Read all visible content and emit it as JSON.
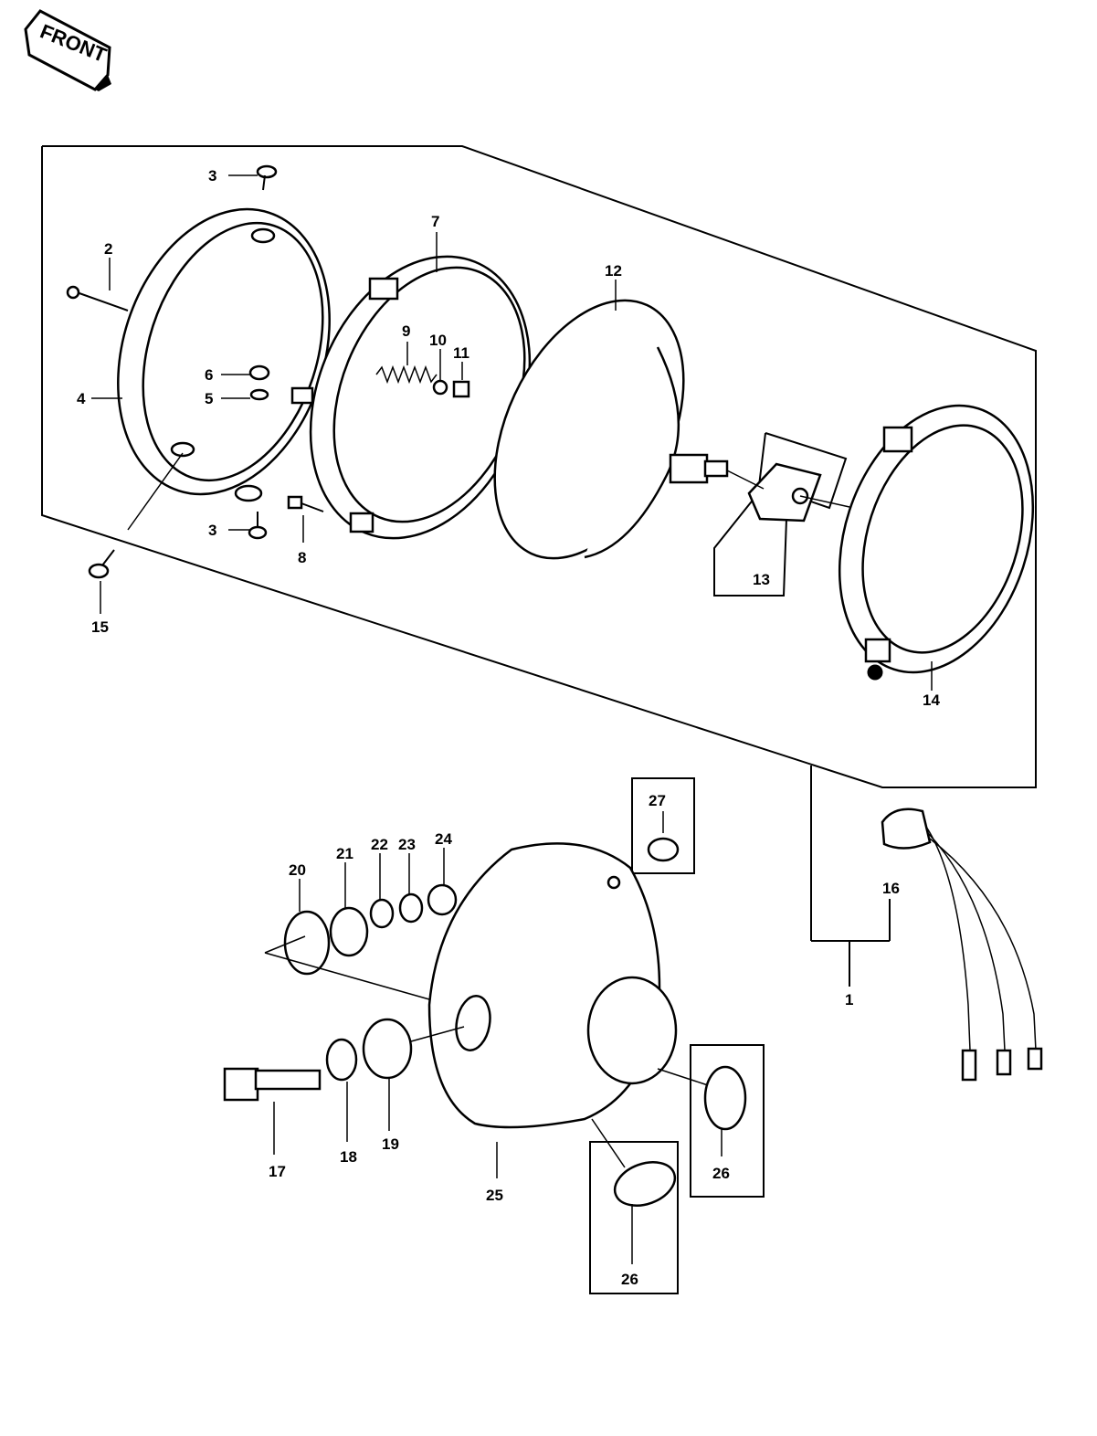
{
  "front_badge": "FRONT",
  "callouts": [
    {
      "id": "c1",
      "label": "1"
    },
    {
      "id": "c2",
      "label": "2"
    },
    {
      "id": "c3a",
      "label": "3"
    },
    {
      "id": "c3b",
      "label": "3"
    },
    {
      "id": "c4",
      "label": "4"
    },
    {
      "id": "c5",
      "label": "5"
    },
    {
      "id": "c6",
      "label": "6"
    },
    {
      "id": "c7",
      "label": "7"
    },
    {
      "id": "c8",
      "label": "8"
    },
    {
      "id": "c9",
      "label": "9"
    },
    {
      "id": "c10",
      "label": "10"
    },
    {
      "id": "c11",
      "label": "11"
    },
    {
      "id": "c12",
      "label": "12"
    },
    {
      "id": "c13",
      "label": "13"
    },
    {
      "id": "c14",
      "label": "14"
    },
    {
      "id": "c15",
      "label": "15"
    },
    {
      "id": "c16",
      "label": "16"
    },
    {
      "id": "c17",
      "label": "17"
    },
    {
      "id": "c18",
      "label": "18"
    },
    {
      "id": "c19",
      "label": "19"
    },
    {
      "id": "c20",
      "label": "20"
    },
    {
      "id": "c21",
      "label": "21"
    },
    {
      "id": "c22",
      "label": "22"
    },
    {
      "id": "c23",
      "label": "23"
    },
    {
      "id": "c24",
      "label": "24"
    },
    {
      "id": "c25",
      "label": "25"
    },
    {
      "id": "c26a",
      "label": "26"
    },
    {
      "id": "c26b",
      "label": "26"
    },
    {
      "id": "c27",
      "label": "27"
    }
  ]
}
